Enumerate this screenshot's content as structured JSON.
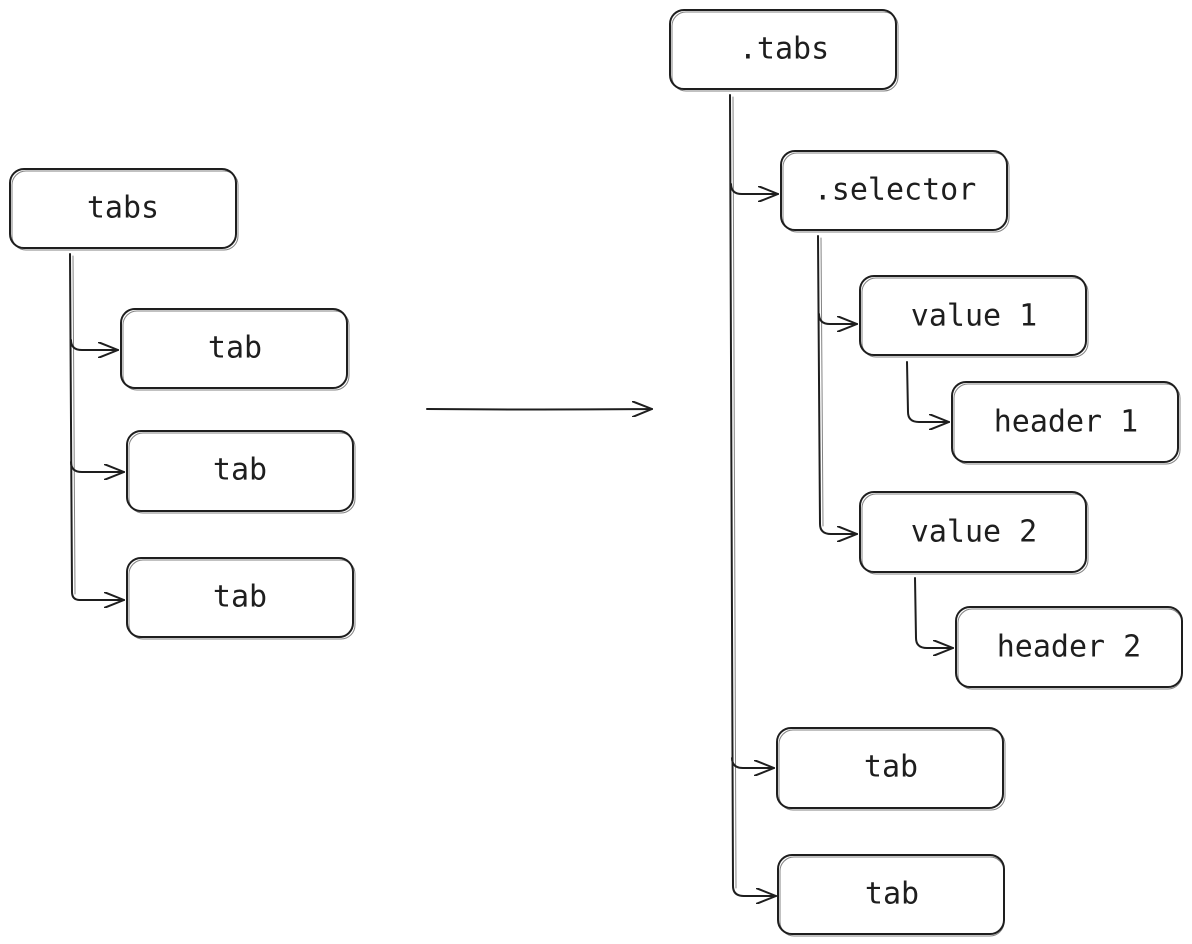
{
  "before": {
    "root": {
      "label": "tabs"
    },
    "children": [
      {
        "label": "tab"
      },
      {
        "label": "tab"
      },
      {
        "label": "tab"
      }
    ]
  },
  "after": {
    "root": {
      "label": ".tabs"
    },
    "selector": {
      "label": ".selector"
    },
    "values": [
      {
        "label": "value 1",
        "header": "header 1"
      },
      {
        "label": "value 2",
        "header": "header 2"
      }
    ],
    "tabs": [
      {
        "label": "tab"
      },
      {
        "label": "tab"
      }
    ]
  },
  "colors": {
    "stroke": "#1e1e1e",
    "background": "#ffffff"
  }
}
